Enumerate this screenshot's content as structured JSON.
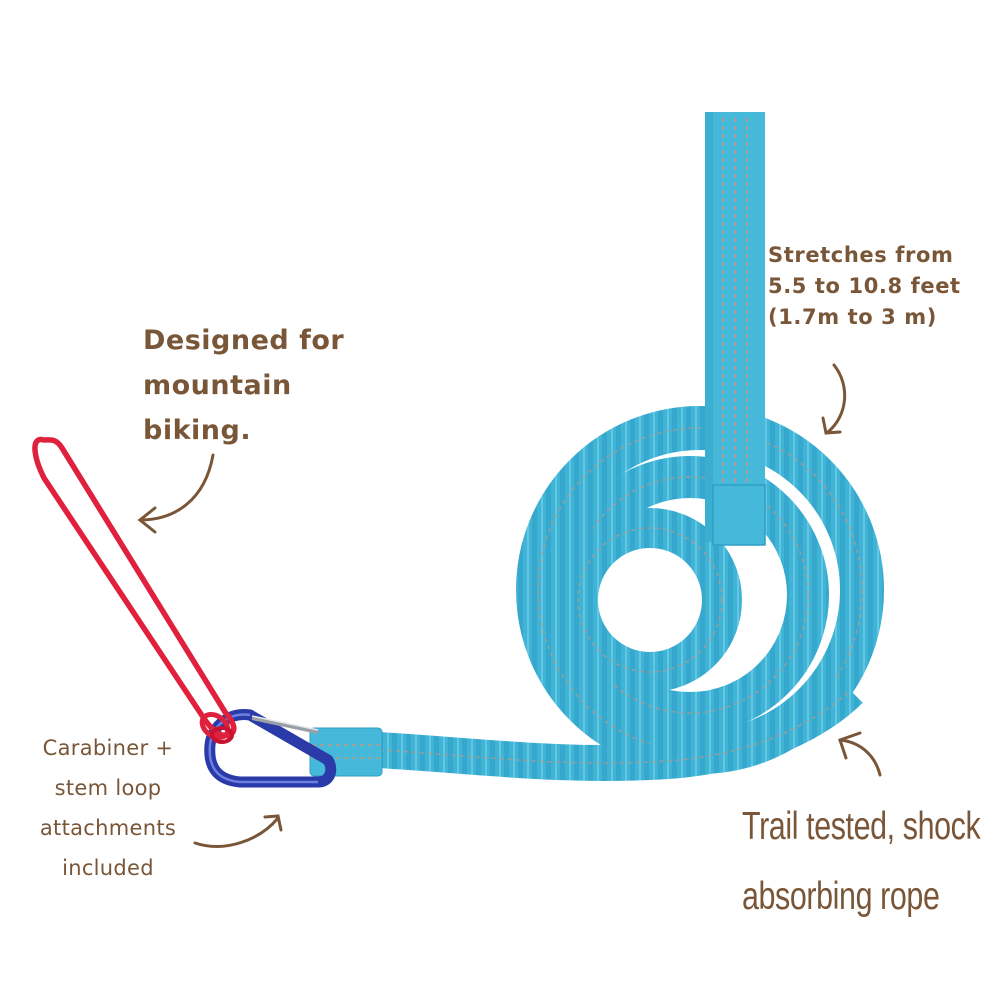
{
  "product": {
    "name": "Bike tow rope with carabiner and stem loop",
    "colors": {
      "rope": "#3fb4d6",
      "rope_dark": "#1f8fb5",
      "stitching": "#b79a8a",
      "carabiner": "#2a3aa8",
      "loop": "#e0213e",
      "text": "#7a5638"
    }
  },
  "callouts": {
    "designed": {
      "lines": [
        "Designed for",
        "mountain",
        "biking."
      ]
    },
    "stretches": {
      "lines": [
        "Stretches from",
        "5.5 to 10.8 feet",
        "(1.7m to 3 m)"
      ]
    },
    "carabiner": {
      "lines": [
        "Carabiner +",
        "stem loop",
        "attachments",
        "included"
      ]
    },
    "trail": {
      "lines": [
        "Trail tested, shock",
        "absorbing rope"
      ]
    }
  },
  "icons": [
    "curved-arrow-icon"
  ]
}
